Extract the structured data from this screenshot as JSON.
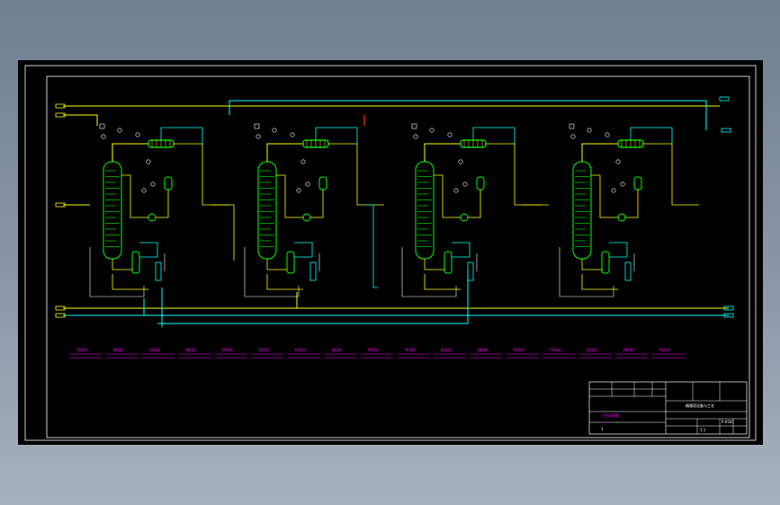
{
  "drawing": {
    "colors": {
      "paper": "#000000",
      "frame": "#ffffff",
      "process_line": "#ffff00",
      "utility_line": "#00ffff",
      "equipment": "#00ff00",
      "instrument": "#ffffff",
      "label": "#ff00ff",
      "hot_line": "#ff3300"
    },
    "units": [
      {
        "id": "unit-1"
      },
      {
        "id": "unit-2"
      },
      {
        "id": "unit-3"
      },
      {
        "id": "unit-4"
      }
    ],
    "legend": {
      "entries": [
        "T0501",
        "V0501",
        "E0502",
        "V0502",
        "P0501",
        "T0502",
        "E0503",
        "V0503",
        "P0502",
        "T0503",
        "E0504",
        "V0504",
        "P0503",
        "T0504",
        "E0505",
        "V0505",
        "P0504"
      ]
    },
    "title_block": {
      "title": "精馏塔设备与工艺",
      "subtitle": "工艺流程图",
      "drawing_no": "P-0501",
      "scale": "1:1",
      "sheet": "1"
    }
  }
}
